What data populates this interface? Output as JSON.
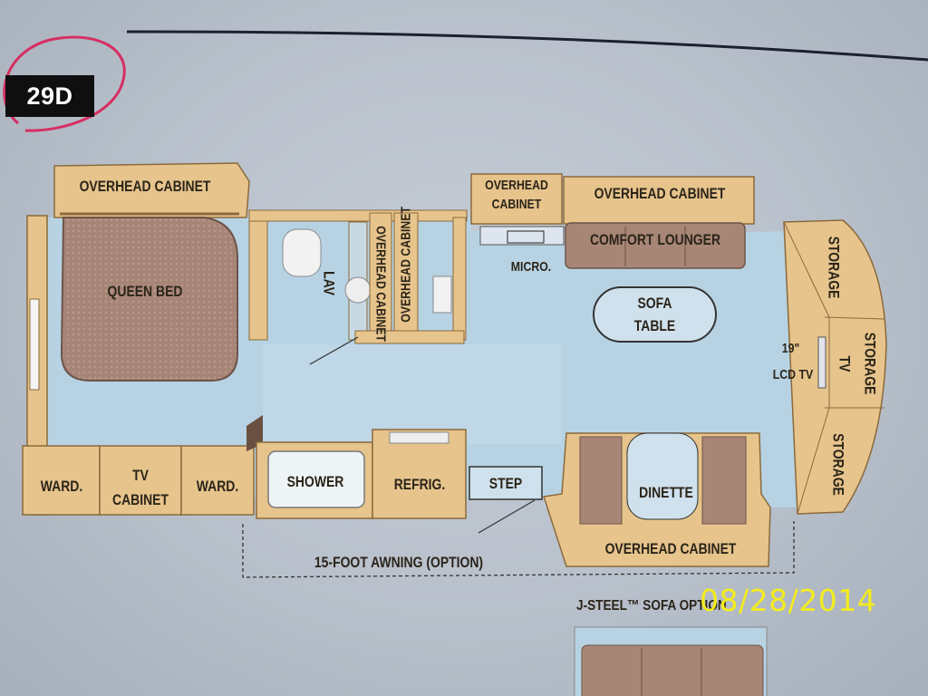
{
  "badge": {
    "text": "29D"
  },
  "labels": {
    "overhead_cabinet_left": "OVERHEAD CABINET",
    "queen_bed": "QUEEN BED",
    "lav": "LAV",
    "overhead_cabinet_vert_1": "OVERHEAD CABINET",
    "overhead_cabinet_vert_2": "OVERHEAD CABINET",
    "overhead_cabinet_small_line1": "OVERHEAD",
    "overhead_cabinet_small_line2": "CABINET",
    "overhead_cabinet_top_right": "OVERHEAD CABINET",
    "comfort_lounger": "COMFORT LOUNGER",
    "micro": "MICRO.",
    "sofa_table_line1": "SOFA",
    "sofa_table_line2": "TABLE",
    "storage_top": "STORAGE",
    "storage_tv_line1": "STORAGE",
    "storage_tv_line2": "TV",
    "storage_bottom": "STORAGE",
    "lcd_tv_line1": "19\"",
    "lcd_tv_line2": "LCD TV",
    "ward_left": "WARD.",
    "tv_cabinet_line1": "TV",
    "tv_cabinet_line2": "CABINET",
    "ward_right": "WARD.",
    "shower": "SHOWER",
    "refrig": "REFRIG.",
    "step": "STEP",
    "dinette": "DINETTE",
    "overhead_cabinet_bottom": "OVERHEAD CABINET",
    "awning": "15-FOOT AWNING (OPTION)"
  },
  "footer": {
    "jsteel_option": "J-STEEL™ SOFA OPTION",
    "date_stamp": "08/28/2014"
  },
  "colors": {
    "cabinet": "#e6c48c",
    "cabinet_edge": "#8a6a3c",
    "floor": "#b7d3e3",
    "furniture": "#a88676",
    "badge_bg": "#0f0f10",
    "stamp": "#f4ec1c",
    "circle": "#d62f62"
  }
}
